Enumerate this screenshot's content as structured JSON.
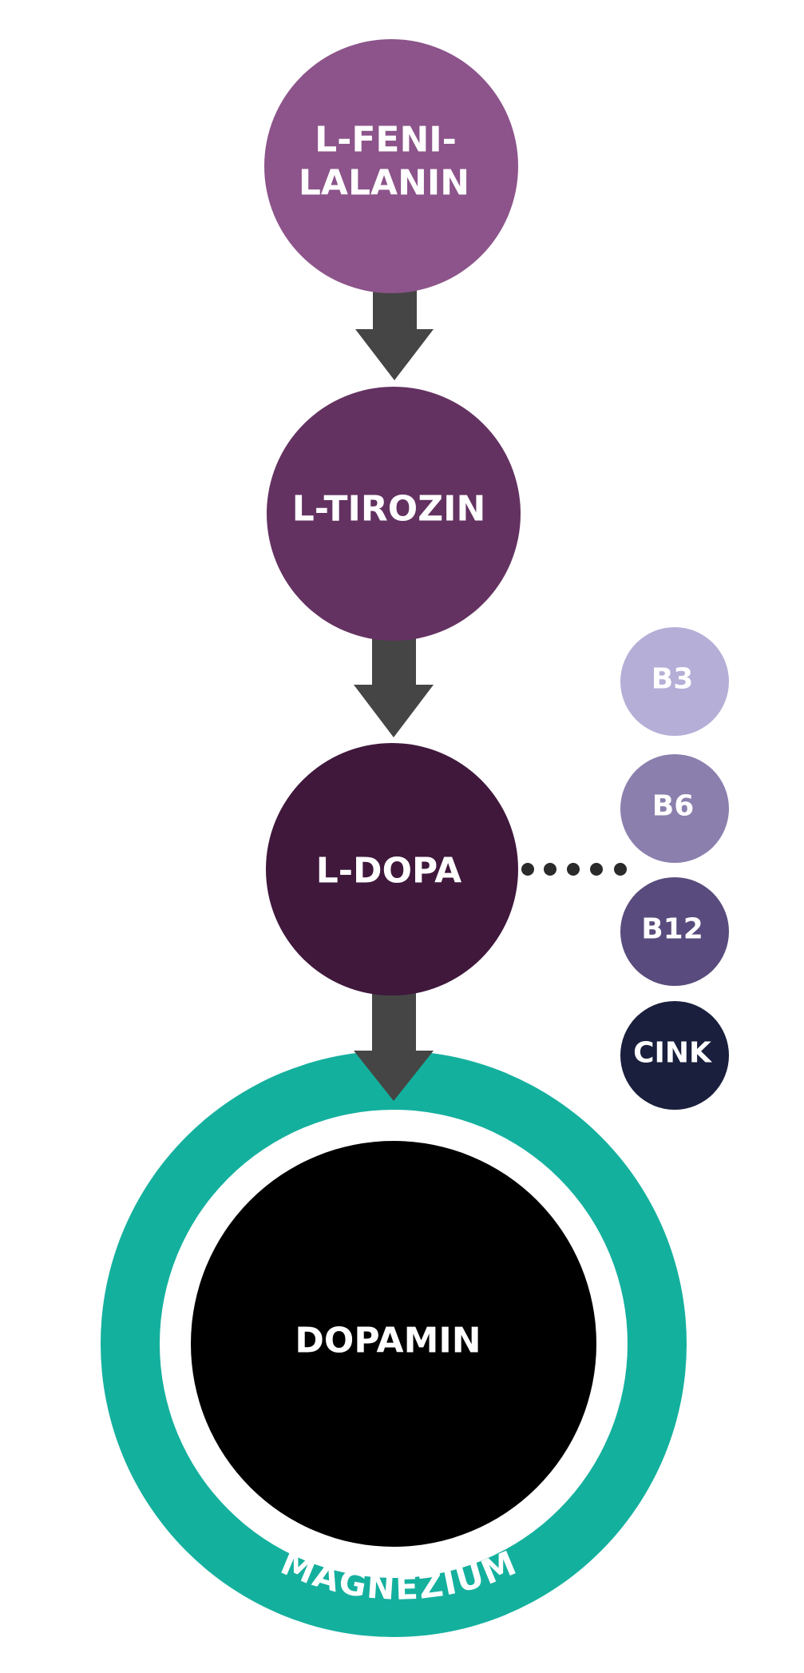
{
  "colors": {
    "phenylalanine": "#8c548a",
    "tyrosine": "#633261",
    "dopa": "#3f183c",
    "dopamine": "#000000",
    "magnesium_ring": "#14b09e",
    "arrow": "#454545",
    "dots": "#2a2a2a",
    "b3": "#b5aed7",
    "b6": "#8b7fae",
    "b12": "#594b7d",
    "cink": "#1a1f3d"
  },
  "nodes": {
    "phenylalanine": {
      "line1": "L-FENI-",
      "line2": "LALANIN"
    },
    "tyrosine": {
      "label": "L-TIROZIN"
    },
    "dopa": {
      "label": "L-DOPA"
    },
    "dopamine": {
      "label": "DOPAMIN"
    }
  },
  "ring": {
    "label": "MAGNÉZIUM"
  },
  "cofactors": [
    {
      "label": "B3",
      "color_key": "b3"
    },
    {
      "label": "B6",
      "color_key": "b6"
    },
    {
      "label": "B12",
      "color_key": "b12"
    },
    {
      "label": "CINK",
      "color_key": "cink"
    }
  ]
}
